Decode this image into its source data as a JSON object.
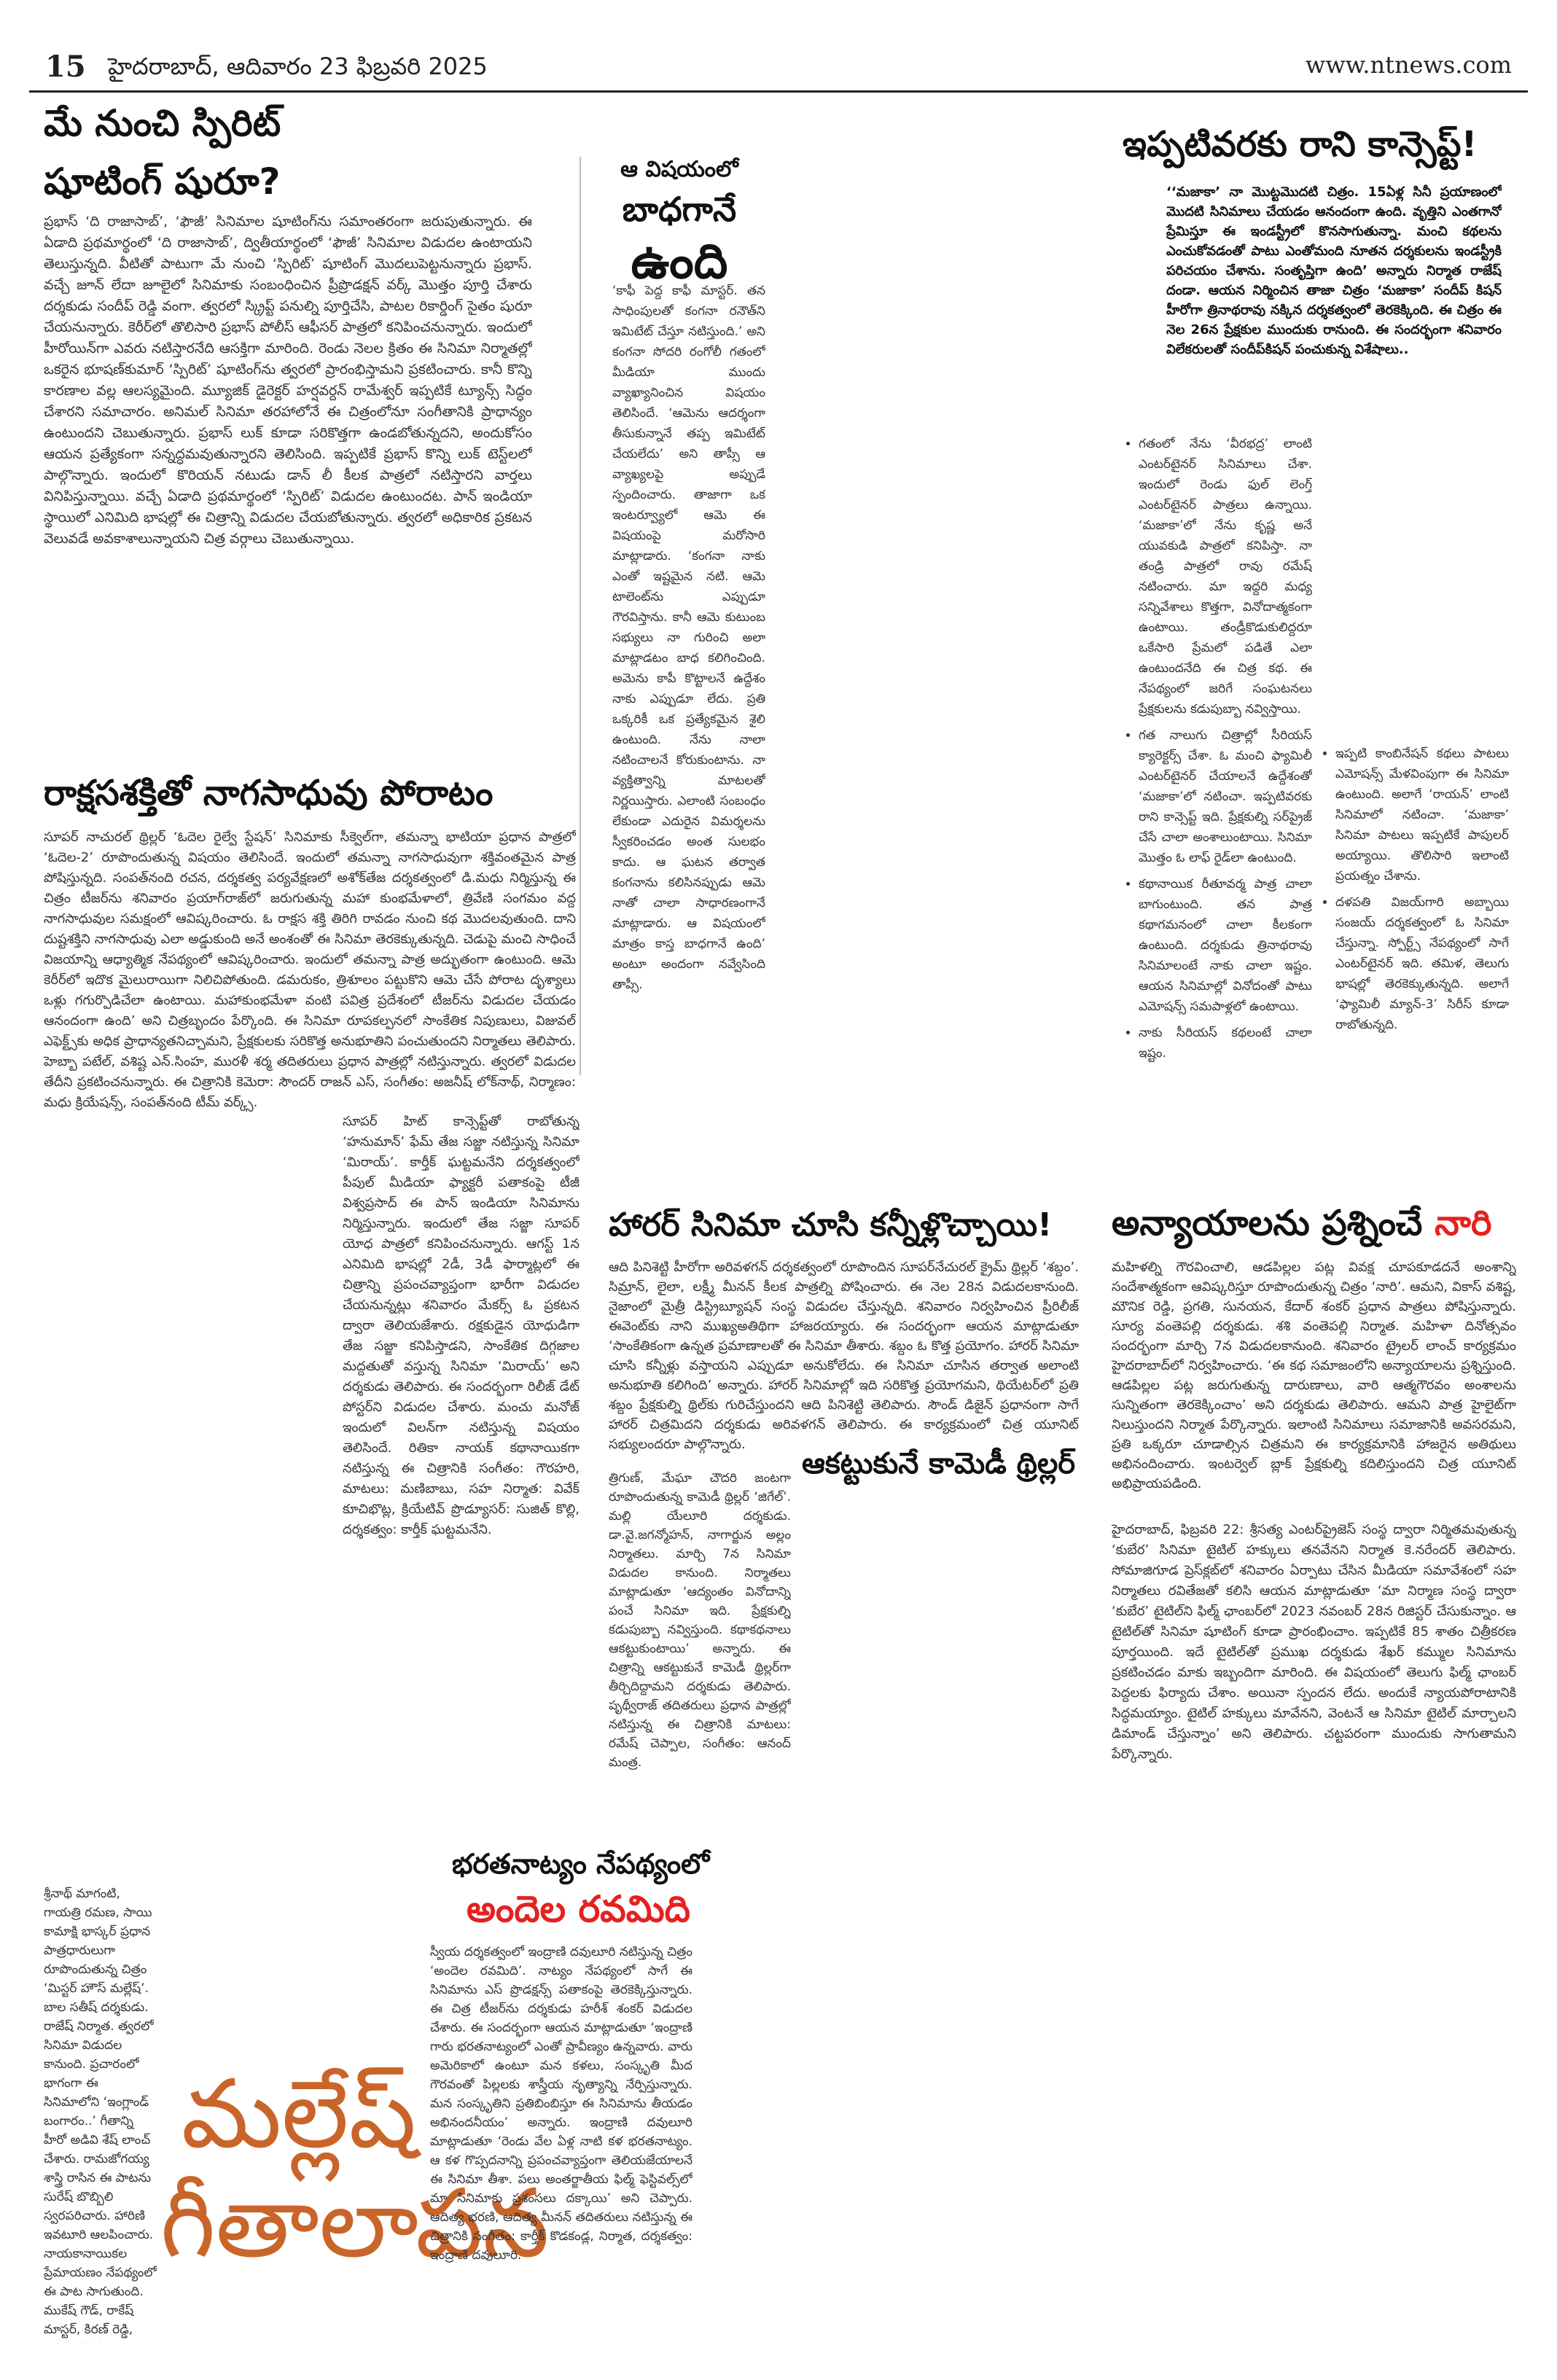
{
  "masthead": {
    "page_number": "15",
    "date_line": "హైదరాబాద్, ఆదివారం 23 ఫిబ్రవరి 2025",
    "website": "www.ntnews.com"
  },
  "article1": {
    "headline_1": "మే నుంచి స్పిరిట్",
    "headline_2": "షూటింగ్ షురూ?",
    "body": "ప్రభాస్ ‘ది రాజాసాబ్’, ‘ఫౌజీ’ సినిమాల షూటింగ్‌ను సమాంతరంగా జరుపుతున్నారు. ఈ ఏడాది ప్రథమార్థంలో ‘ది రాజాసాబ్’, ద్వితీయార్థంలో ‘ఫౌజీ’ సినిమాల విడుదల ఉంటాయని తెలుస్తున్నది. వీటితో పాటుగా మే నుంచి ‘స్పిరిట్’ షూటింగ్ మొదలుపెట్టనున్నారు ప్రభాస్. వచ్చే జూన్ లేదా జూలైలో సినిమాకు సంబంధించిన ప్రీప్రొడక్షన్ వర్క్ మొత్తం పూర్తి చేశారు దర్శకుడు సందీప్ రెడ్డి వంగా. త్వరలో స్క్రిప్ట్ పనుల్ని పూర్తిచేసి, పాటల రికార్డింగ్ సైతం షురూ చేయనున్నారు. కెరీర్‌లో తొలిసారి ప్రభాస్ పోలీస్ ఆఫీసర్ పాత్రలో కనిపించనున్నారు. ఇందులో హీరోయిన్‌గా ఎవరు నటిస్తారనేది ఆసక్తిగా మారింది. రెండు నెలల క్రితం ఈ సినిమా నిర్మాతల్లో ఒకరైన భూషణ్‌కుమార్ ‘స్పిరిట్’ షూటింగ్‌ను త్వరలో ప్రారంభిస్తామని ప్రకటించారు. కానీ కొన్ని కారణాల వల్ల ఆలస్యమైంది. మ్యూజిక్ డైరెక్టర్ హర్షవర్దన్ రామేశ్వర్ ఇప్పటికే ట్యూన్స్ సిద్ధం చేశారని సమాచారం. అనిమల్ సినిమా తరహాలోనే ఈ చిత్రంలోనూ సంగీతానికి ప్రాధాన్యం ఉంటుందని చెబుతున్నారు. ప్రభాస్ లుక్ కూడా సరికొత్తగా ఉండబోతున్నదని, అందుకోసం ఆయన ప్రత్యేకంగా సన్నద్ధమవుతున్నారని తెలిసింది. ఇప్పటికే ప్రభాస్ కొన్ని లుక్ టెస్ట్‌లలో పాల్గొన్నారు. ఇందులో కొరియన్ నటుడు డాన్ లీ కీలక పాత్రలో నటిస్తారని వార్తలు వినిపిస్తున్నాయి. వచ్చే ఏడాది ప్రథమార్థంలో ‘స్పిరిట్’ విడుదల ఉంటుందట. పాన్ ఇండియా స్థాయిలో ఎనిమిది భాషల్లో ఈ చిత్రాన్ని విడుదల చేయబోతున్నారు. త్వరలో అధికారిక ప్రకటన వెలువడే అవకాశాలున్నాయని చిత్ర వర్గాలు చెబుతున్నాయి."
  },
  "article2": {
    "headline_1": "ఆ విషయంలో",
    "headline_2": "బాధగానే",
    "headline_3": "ఉంది",
    "body": "‘కాఫీ పెద్ద కాఫీ మాస్టర్. తన సాధింపులతో కంగనా రనౌత్‌ని ఇమిటేట్ చేస్తూ నటిస్తుంది.’ అని కంగనా సోదరి రంగోలీ గతంలో మీడియా ముందు వ్యాఖ్యానించిన విషయం తెలిసిందే. ‘ఆమెను ఆదర్శంగా తీసుకున్నానే తప్ప ఇమిటేట్ చేయలేదు’ అని తాప్సీ ఆ వ్యాఖ్యలపై అప్పుడే స్పందించారు. తాజాగా ఒక ఇంటర్వ్యూలో ఆమె ఈ విషయంపై మరోసారి మాట్లాడారు. ‘కంగనా నాకు ఎంతో ఇష్టమైన నటి. ఆమె టాలెంట్‌ను ఎప్పుడూ గౌరవిస్తాను. కానీ ఆమె కుటుంబ సభ్యులు నా గురించి అలా మాట్లాడటం బాధ కలిగించింది. అమెను కాపీ కొట్టాలనే ఉద్దేశం నాకు ఎప్పుడూ లేదు. ప్రతి ఒక్కరికీ ఒక ప్రత్యేకమైన శైలి ఉంటుంది. నేను నాలా నటించాలనే కోరుకుంటాను. నా వ్యక్తిత్వాన్ని మాటలతో నిర్ణయిస్తారు. ఎలాంటి సంబంధం లేకుండా ఎదురైన విమర్శలను స్వీకరించడం అంత సులభం కాదు. ఆ ఘటన తర్వాత కంగనాను కలిసినప్పుడు ఆమె నాతో చాలా సాధారణంగానే మాట్లాడారు. ఆ విషయంలో మాత్రం కాస్త బాధగానే ఉంది’ అంటూ అందంగా నవ్వేసింది తాప్సీ."
  },
  "article3": {
    "headline": "ఇప్పటివరకు రాని కాన్సెప్ట్!",
    "intro": "‘‘మజాకా’ నా మొట్టమొదటి చిత్రం. 15ఏళ్ల సినీ ప్రయాణంలో మొదటి సినిమాలు చేయడం ఆనందంగా ఉంది. వృత్తిని ఎంతగానో ప్రేమిస్తూ ఈ ఇండస్ట్రీలో కొనసాగుతున్నా. మంచి కథలను ఎంచుకోవడంతో పాటు ఎంతోమంది నూతన దర్శకులను ఇండస్ట్రీకి పరిచయం చేశాను. సంతృప్తిగా ఉంది’ అన్నారు నిర్మాత రాజేష్ దండా. ఆయన నిర్మించిన తాజా చిత్రం ‘మజాకా’ సందీప్ కిషన్ హీరోగా త్రినాథరావు నక్కిన దర్శకత్వంలో తెరకెక్కింది. ఈ చిత్రం ఈ నెల 26న ప్రేక్షకుల ముందుకు రానుంది. ఈ సందర్భంగా శనివారం విలేకరులతో సందీప్‌కిషన్ పంచుకున్న విశేషాలు..",
    "bullets_left": [
      "గతంలో నేను ‘వీరభద్ర’ లాంటి ఎంటర్‌టైనర్ సినిమాలు చేశా. ఇందులో రెండు ఫుల్ లెంగ్త్ ఎంటర్‌టైనర్ పాత్రలు ఉన్నాయి. ‘మజాకా’లో నేను కృష్ణ అనే యువకుడి పాత్రలో కనిపిస్తా. నా తండ్రి పాత్రలో రావు రమేష్ నటించారు. మా ఇద్దరి మధ్య సన్నివేశాలు కొత్తగా, వినోదాత్మకంగా ఉంటాయి. తండ్రీకొడుకులిద్దరూ ఒకేసారి ప్రేమలో పడితే ఎలా ఉంటుందనేది ఈ చిత్ర కథ. ఈ నేపథ్యంలో జరిగే సంఘటనలు ప్రేక్షకులను కడుపుబ్బా నవ్విస్తాయి.",
      "గత నాలుగు చిత్రాల్లో సీరియస్ క్యారెక్టర్స్ చేశా. ఓ మంచి ఫ్యామిలీ ఎంటర్‌టైనర్ చేయాలనే ఉద్దేశంతో ‘మజాకా’లో నటించా. ఇప్పటివరకు రాని కాన్సెప్ట్ ఇది. ప్రేక్షకుల్ని సర్‌ప్రైజ్ చేసే చాలా అంశాలుంటాయి. సినిమా మొత్తం ఓ లాఫ్ రైడ్‌లా ఉంటుంది.",
      "కథానాయిక రీతూవర్మ పాత్ర చాలా బాగుంటుంది. తన పాత్ర కథాగమనంలో చాలా కీలకంగా ఉంటుంది. దర్శకుడు త్రినాథరావు సినిమాలంటే నాకు చాలా ఇష్టం. ఆయన సినిమాల్లో వినోదంతో పాటు ఎమోషన్స్ సమపాళ్లలో ఉంటాయి.",
      "నాకు సీరియస్ కథలంటే చాలా ఇష్టం."
    ],
    "bullets_right": [
      "ఇప్పటి కాంబినేషన్ కథలు పాటలు ఎమోషన్స్ మేళవింపుగా ఈ సినిమా ఉంటుంది. అలాగే ‘రాయన్’ లాంటి సినిమాలో నటించా. ‘మజాకా’ సినిమా పాటలు ఇప్పటికే పాపులర్ అయ్యాయి. తొలిసారి ఇలాంటి ప్రయత్నం చేశాను.",
      "దళపతి విజయ్‌గారి అబ్బాయి సంజయ్ దర్శకత్వంలో ఓ సినిమా చేస్తున్నా. స్పోర్ట్స్ నేపథ్యంలో సాగే ఎంటర్‌టైనర్ ఇది. తమిళ, తెలుగు భాషల్లో తెరకెక్కుతున్నది. అలాగే ‘ఫ్యామిలీ మ్యాన్-3’ సిరీస్ కూడా రాబోతున్నది."
    ]
  },
  "article4": {
    "headline": "రాక్షసశక్తితో నాగసాధువు పోరాటం",
    "body": "సూపర్ నాచురల్ థ్రిల్లర్ ‘ఓదెల రైల్వే స్టేషన్’ సినిమాకు సీక్వెల్‌గా, తమన్నా భాటియా ప్రధాన పాత్రలో ‘ఓదెల-2’ రూపొందుతున్న విషయం తెలిసిందే. ఇందులో తమన్నా నాగసాధువుగా శక్తివంతమైన పాత్ర పోషిస్తున్నది. సంపత్‌నంది రచన, దర్శకత్వ పర్యవేక్షణలో అశోక్‌తేజ దర్శకత్వంలో డి.మధు నిర్మిస్తున్న ఈ చిత్రం టీజర్‌ను శనివారం ప్రయాగ్‌రాజ్‌లో జరుగుతున్న మహా కుంభమేళాలో, త్రివేణి సంగమం వద్ద నాగసాధువుల సమక్షంలో ఆవిష్కరించారు. ఓ రాక్షస శక్తి తిరిగి రావడం నుంచి కథ మొదలవుతుంది. దాని దుష్టశక్తిని నాగసాధువు ఎలా అడ్డుకుంది అనే అంశంతో ఈ సినిమా తెరకెక్కుతున్నది. చెడుపై మంచి సాధించే విజయాన్ని ఆధ్యాత్మిక నేపథ్యంలో ఆవిష్కరించారు. ఇందులో తమన్నా పాత్ర అద్భుతంగా ఉంటుంది. ఆమె కెరీర్‌లో ఇదొక మైలురాయిగా నిలిచిపోతుంది. డమరుకం, త్రిశూలం పట్టుకొని ఆమె చేసే పోరాట దృశ్యాలు ఒళ్లు గగుర్పొడిచేలా ఉంటాయి. మహాకుంభమేళా వంటి పవిత్ర ప్రదేశంలో టీజర్‌ను విడుదల చేయడం ఆనందంగా ఉంది’ అని చిత్రబృందం పేర్కొంది. ఈ సినిమా రూపకల్పనలో సాంకేతిక నిపుణులు, విజువల్ ఎఫెక్ట్స్‌కు అధిక ప్రాధాన్యతనిచ్చామని, ప్రేక్షకులకు సరికొత్త అనుభూతిని పంచుతుందని నిర్మాతలు తెలిపారు. హెబ్బా పటేల్, వశిష్ట ఎన్.సింహ, మురళీ శర్మ తదితరులు ప్రధాన పాత్రల్లో నటిస్తున్నారు. త్వరలో విడుదల తేదీని ప్రకటించనున్నారు. ఈ చిత్రానికి కెమెరా: సౌందర్ రాజన్ ఎస్, సంగీతం: అజనీష్ లోక్‌నాథ్, నిర్మాణం: మధు క్రియేషన్స్, సంపత్‌నంది టీమ్ వర్క్స్."
  },
  "article5": {
    "body": "సూపర్ హిట్ కాన్సెప్ట్‌తో రాబోతున్న ‘హనుమాన్’ ఫేమ్ తేజ సజ్జా నటిస్తున్న సినిమా ‘మిరాయ్’. కార్తీక్ ఘట్టమనేని దర్శకత్వంలో పీపుల్ మీడియా ఫ్యాక్టరీ పతాకంపై టీజీ విశ్వప్రసాద్ ఈ పాన్ ఇండియా సినిమాను నిర్మిస్తున్నారు. ఇందులో తేజ సజ్జా సూపర్ యోధ పాత్రలో కనిపించనున్నారు. ఆగస్ట్ 1న ఎనిమిది భాషల్లో 2డీ, 3డీ ఫార్మాట్లలో ఈ చిత్రాన్ని ప్రపంచవ్యాప్తంగా భారీగా విడుదల చేయనున్నట్లు శనివారం మేకర్స్ ఓ ప్రకటన ద్వారా తెలియజేశారు. రక్షకుడైన యోధుడిగా తేజ సజ్జా కనిపిస్తాడని, సాంకేతిక దిగ్గజాల మద్దతుతో వస్తున్న సినిమా ‘మిరాయ్’ అని దర్శకుడు తెలిపారు. ఈ సందర్భంగా రిలీజ్ డేట్ పోస్టర్‌ని విడుదల చేశారు. మంచు మనోజ్ ఇందులో విలన్‌గా నటిస్తున్న విషయం తెలిసిందే. రితికా నాయక్ కథానాయికగా నటిస్తున్న ఈ చిత్రానికి సంగీతం: గౌరహరి, మాటలు: మణిబాబు, సహ నిర్మాత: వివేక్ కూచిభొట్ల, క్రియేటివ్ ప్రొడ్యూసర్: సుజిత్ కొల్లి, దర్శకత్వం: కార్తీక్ ఘట్టమనేని."
  },
  "article6": {
    "headline": "హారర్ సినిమా చూసి కన్నీళ్లొచ్చాయి!",
    "body": "ఆది పినిశెట్టి హీరోగా అరివళగన్ దర్శకత్వంలో రూపొందిన సూపర్‌నేచురల్ క్రైమ్ థ్రిల్లర్ ‘శబ్దం’. సిమ్రాన్, లైలా, లక్ష్మీ మీనన్ కీలక పాత్రల్ని పోషించారు. ఈ నెల 28న విడుదలకానుంది. నైజాంలో మైత్రీ డిస్ట్రిబ్యూషన్ సంస్థ విడుదల చేస్తున్నది. శనివారం నిర్వహించిన ప్రీరిలీజ్ ఈవెంట్‌కు నాని ముఖ్యఅతిథిగా హాజరయ్యారు. ఈ సందర్భంగా ఆయన మాట్లాడుతూ ‘సాంకేతికంగా ఉన్నత ప్రమాణాలతో ఈ సినిమా తీశారు. శబ్దం ఓ కొత్త ప్రయోగం. హారర్ సినిమా చూసి కన్నీళ్లు వస్తాయని ఎప్పుడూ అనుకోలేదు. ఈ సినిమా చూసిన తర్వాత అలాంటి అనుభూతి కలిగింది’ అన్నారు. హారర్ సినిమాల్లో ఇది సరికొత్త ప్రయోగమని, థియేటర్‌లో ప్రతి శబ్దం ప్రేక్షకుల్ని థ్రిల్‌కు గురిచేస్తుందని ఆది పినిశెట్టి తెలిపారు. సౌండ్ డిజైన్ ప్రధానంగా సాగే హారర్ చిత్రమిదని దర్శకుడు అరివళగన్ తెలిపారు. ఈ కార్యక్రమంలో చిత్ర యూనిట్ సభ్యులందరూ పాల్గొన్నారు."
  },
  "article7": {
    "headline": "ఆకట్టుకునే కామెడీ థ్రిల్లర్",
    "body": "త్రిగుణ్, మేఘా చౌదరి జంటగా రూపొందుతున్న కామెడీ థ్రిల్లర్ ‘జిగేల్’. మల్లి యేలూరి దర్శకుడు. డా.వై.జగన్మోహన్, నాగార్జున అల్లం నిర్మాతలు. మార్చి 7న సినిమా విడుదల కానుంది. నిర్మాతలు మాట్లాడుతూ ‘ఆద్యంతం వినోదాన్ని పంచే సినిమా ఇది. ప్రేక్షకుల్ని కడుపుబ్బా నవ్విస్తుంది. కథాకథనాలు ఆకట్టుకుంటాయి’ అన్నారు. ఈ చిత్రాన్ని ఆకట్టుకునే కామెడీ థ్రిల్లర్‌గా తీర్చిదిద్దామని దర్శకుడు తెలిపారు. పృథ్వీరాజ్ తదితరులు ప్రధాన పాత్రల్లో నటిస్తున్న ఈ చిత్రానికి మాటలు: రమేష్ చెప్పాల, సంగీతం: ఆనంద్ మంత్ర."
  },
  "article8": {
    "headline_1": "అన్యాయాలను ప్రశ్నించే ",
    "headline_2": "నారి",
    "body": "మహిళల్ని గౌరవించాలి, ఆడపిల్లల పట్ల వివక్ష చూపకూడదనే అంశాన్ని సందేశాత్మకంగా ఆవిష్కరిస్తూ రూపొందుతున్న చిత్రం ‘నారి’. ఆమని, వికాస్ వశిష్ట, మౌనిక రెడ్డి, ప్రగతి, సునయన, కేదార్ శంకర్ ప్రధాన పాత్రలు పోషిస్తున్నారు. సూర్య వంతెపల్లి దర్శకుడు. శశి వంతెపల్లి నిర్మాత. మహిళా దినోత్సవం సందర్భంగా మార్చి 7న విడుదలకానుంది. శనివారం ట్రైలర్ లాంచ్ కార్యక్రమం హైదరాబాద్‌లో నిర్వహించారు. ‘ఈ కథ సమాజంలోని అన్యాయాలను ప్రశ్నిస్తుంది. ఆడపిల్లల పట్ల జరుగుతున్న దారుణాలు, వారి ఆత్మగౌరవం అంశాలను సున్నితంగా తెరకెక్కించాం’ అని దర్శకుడు తెలిపారు. ఆమని పాత్ర హైలైట్‌గా నిలుస్తుందని నిర్మాత పేర్కొన్నారు. ఇలాంటి సినిమాలు సమాజానికి అవసరమని, ప్రతి ఒక్కరూ చూడాల్సిన చిత్రమని ఈ కార్యక్రమానికి హాజరైన అతిథులు అభినందించారు. ఇంటర్వెల్ బ్లాక్ ప్రేక్షకుల్ని కదిలిస్తుందని చిత్ర యూనిట్ అభిప్రాయపడింది."
  },
  "article9": {
    "body": "హైదరాబాద్, ఫిబ్రవరి 22: శ్రీసత్య ఎంటర్‌ప్రైజెస్ సంస్థ ద్వారా నిర్మితమవుతున్న ‘కుబేర’ సినిమా టైటిల్ హక్కులు తనవేనని నిర్మాత కె.నరేందర్ తెలిపారు. సోమాజిగూడ ప్రెస్‌క్లబ్‌లో శనివారం ఏర్పాటు చేసిన మీడియా సమావేశంలో సహ నిర్మాతలు రవితేజతో కలిసి ఆయన మాట్లాడుతూ ‘మా నిర్మాణ సంస్థ ద్వారా ‘కుబేర’ టైటిల్‌ని ఫిల్మ్ ఛాంబర్‌లో 2023 నవంబర్ 28న రిజిస్టర్ చేసుకున్నాం. ఆ టైటిల్‌తో సినిమా షూటింగ్ కూడా ప్రారంభించాం. ఇప్పటికే 85 శాతం చిత్రీకరణ పూర్తయింది. ఇదే టైటిల్‌తో ప్రముఖ దర్శకుడు శేఖర్ కమ్ముల సినిమాను ప్రకటించడం మాకు ఇబ్బందిగా మారింది. ఈ విషయంలో తెలుగు ఫిల్మ్ ఛాంబర్ పెద్దలకు ఫిర్యాదు చేశాం. అయినా స్పందన లేదు. అందుకే న్యాయపోరాటానికి సిద్ధమయ్యాం. టైటిల్ హక్కులు మావేనని, వెంటనే ఆ సినిమా టైటిల్ మార్చాలని డిమాండ్ చేస్తున్నాం’ అని తెలిపారు. చట్టపరంగా ముందుకు సాగుతామని పేర్కొన్నారు."
  },
  "article10": {
    "title_1": "మల్లేష్",
    "title_2": "గీతాలాపన",
    "body": "శ్రీనాథ్ మాగంటి, గాయత్రి రమణ, సాయి కామాక్షి భాస్కర్ ప్రధాన పాత్రధారులుగా రూపొందుతున్న చిత్రం ‘మిస్టర్ హౌస్ మల్లేష్’. బాల సతీష్ దర్శకుడు. రాజేష్ నిర్మాత. త్వరలో సినిమా విడుదల కానుంది. ప్రచారంలో భాగంగా ఈ సినిమాలోని ‘ఇంగ్లాండ్ బంగారం..’ గీతాన్ని హీరో అడివి శేష్ లాంచ్ చేశారు. రామజోగయ్య శాస్త్రి రాసిన ఈ పాటను సురేష్ బొబ్బిలి స్వరపరిచారు. హారిణి ఇవటూరి ఆలపించారు. నాయకానాయికల ప్రేమాయణం నేపథ్యంలో ఈ పాట సాగుతుంది. ముకేష్ గౌడ్, రాకేష్ మాస్టర్, కిరణ్ రెడ్డి, సాయి ప్రసన్న తదితరులు ఇతర పాత్రలు పోషిస్తున్న ఈ చిత్రానికి కెమెరా: అన్నయ్య, నిర్మాణం: కనకమేడల ప్రొడక్షన్స్."
  },
  "article11": {
    "headline_1": "భరతనాట్యం నేపథ్యంలో",
    "headline_2": "అందెల రవమిది",
    "body": "స్వీయ దర్శకత్వంలో ఇంద్రాణి దవులూరి నటిస్తున్న చిత్రం ‘అందెల రవమిది’. నాట్యం నేపథ్యంలో సాగే ఈ సినిమాను ఎస్ ప్రొడక్షన్స్ పతాకంపై తెరకెక్కిస్తున్నారు. ఈ చిత్ర టీజర్‌ను దర్శకుడు హరీశ్ శంకర్ విడుదల చేశారు. ఈ సందర్భంగా ఆయన మాట్లాడుతూ ‘ఇంద్రాణి గారు భరతనాట్యంలో ఎంతో ప్రావీణ్యం ఉన్నవారు. వారు అమెరికాలో ఉంటూ మన కళలు, సంస్కృతి మీద గౌరవంతో పిల్లలకు శాస్త్రీయ నృత్యాన్ని నేర్పిస్తున్నారు. మన సంస్కృతిని ప్రతిబింబిస్తూ ఈ సినిమాను తీయడం అభినందనీయం’ అన్నారు. ఇంద్రాణి దవులూరి మాట్లాడుతూ ‘రెండు వేల ఏళ్ల నాటి కళ భరతనాట్యం. ఆ కళ గొప్పదనాన్ని ప్రపంచవ్యాప్తంగా తెలియజేయాలనే ఈ సినిమా తీశా. పలు అంతర్జాతీయ ఫిల్మ్ ఫెస్టివల్స్‌లో మా సినిమాకు ప్రశంసలు దక్కాయి’ అని చెప్పారు. ఆదిత్య భరణి, ఆదిత్య మీనన్ తదితరులు నటిస్తున్న ఈ చిత్రానికి సంగీతం: కార్తీక్ కొడకండ్ల, నిర్మాత, దర్శకత్వం: ఇంద్రాణి దవులూరి."
  }
}
